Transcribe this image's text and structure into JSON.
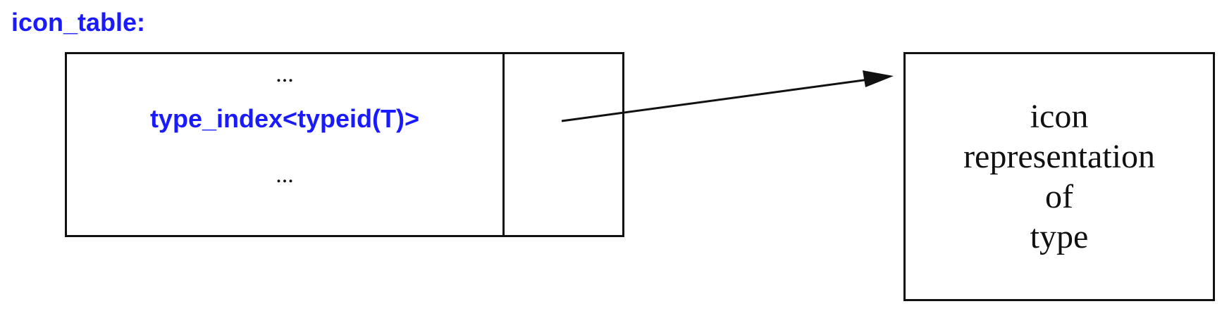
{
  "title": "icon_table:",
  "table": {
    "ellipsis_top": "...",
    "key_entry": "type_index<typeid(T)>",
    "ellipsis_bottom": "..."
  },
  "target": {
    "lines": [
      "icon",
      "representation",
      "of",
      "type"
    ]
  },
  "colors": {
    "accent": "#1a1aff",
    "ink": "#111111"
  }
}
